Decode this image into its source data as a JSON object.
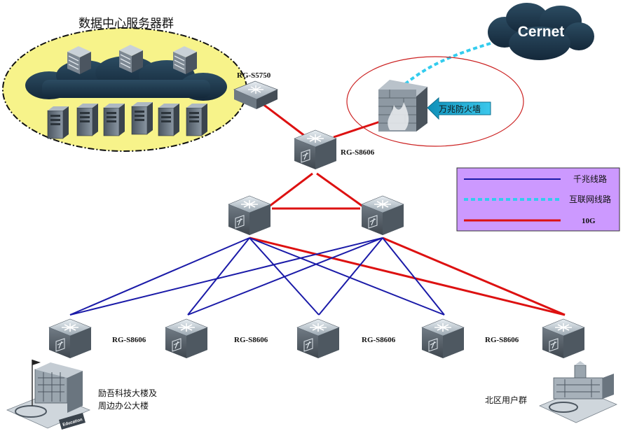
{
  "server_cluster": {
    "title": "数据中心服务器群"
  },
  "cloud": {
    "label": "Cernet"
  },
  "firewall": {
    "label": "万兆防火墙"
  },
  "core_access_switch": {
    "label": "RG-S5750"
  },
  "core_switch": {
    "label": "RG-S8606"
  },
  "access_switches": [
    {
      "label": "RG-S8606"
    },
    {
      "label": "RG-S8606"
    },
    {
      "label": "RG-S8606"
    },
    {
      "label": "RG-S8606"
    }
  ],
  "buildings": [
    {
      "label_line1": "励吾科技大楼及",
      "label_line2": "周边办公大楼",
      "sign": "Education"
    },
    {
      "label": "北区用户群"
    }
  ],
  "legend": {
    "items": [
      {
        "label": "千兆线路",
        "color": "#1a1aa8",
        "style": "solid"
      },
      {
        "label": "互联网线路",
        "color": "#33ccee",
        "style": "dashed"
      },
      {
        "label": "10G",
        "color": "#dd1111",
        "style": "solid"
      }
    ],
    "background": "#cc99ff"
  },
  "colors": {
    "gigabit": "#1a1aa8",
    "internet": "#33ccee",
    "ten_g": "#dd1111",
    "firewall_ellipse": "#cc2222"
  }
}
